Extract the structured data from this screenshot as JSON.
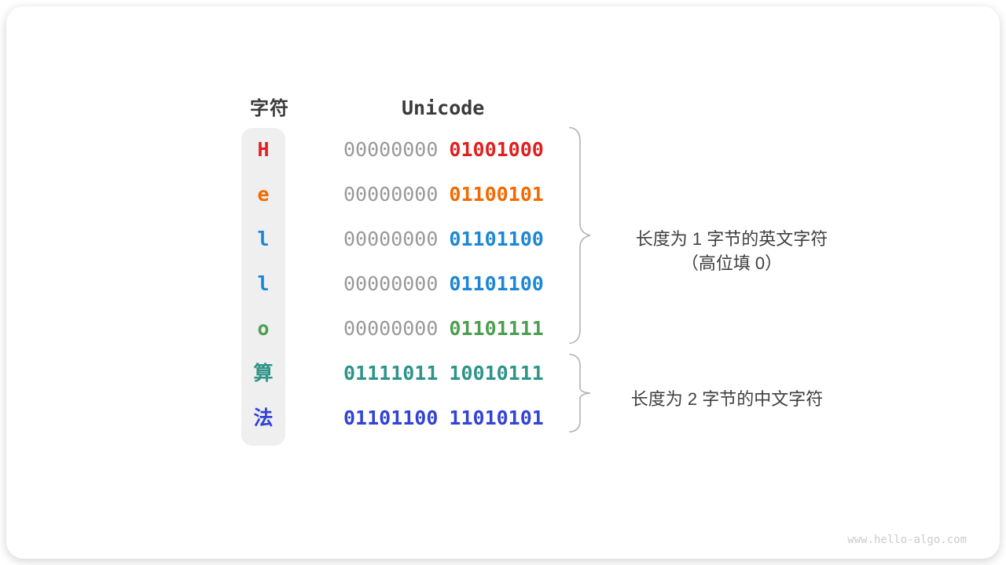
{
  "table": {
    "headers": {
      "char": "字符",
      "unicode": "Unicode"
    },
    "rows": [
      {
        "char": "H",
        "color": "#e02020",
        "byte1": "00000000",
        "byte2": "01001000",
        "byte1_is_padding": true
      },
      {
        "char": "e",
        "color": "#f26a00",
        "byte1": "00000000",
        "byte2": "01100101",
        "byte1_is_padding": true
      },
      {
        "char": "l",
        "color": "#1c87d6",
        "byte1": "00000000",
        "byte2": "01101100",
        "byte1_is_padding": true
      },
      {
        "char": "l",
        "color": "#1c87d6",
        "byte1": "00000000",
        "byte2": "01101100",
        "byte1_is_padding": true
      },
      {
        "char": "o",
        "color": "#4d9e51",
        "byte1": "00000000",
        "byte2": "01101111",
        "byte1_is_padding": true
      },
      {
        "char": "算",
        "color": "#2e9488",
        "byte1": "01111011",
        "byte2": "10010111",
        "byte1_is_padding": false
      },
      {
        "char": "法",
        "color": "#3343d4",
        "byte1": "01101100",
        "byte2": "11010101",
        "byte1_is_padding": false
      }
    ]
  },
  "annotations": {
    "english_group": {
      "line1": "长度为 1 字节的英文字符",
      "line2": "（高位填 0）"
    },
    "chinese_group": {
      "line1": "长度为 2 字节的中文字符"
    }
  },
  "colors": {
    "padding_zero_gray": "#999999",
    "heading_text": "#3b3b3b",
    "annotation_text": "#3f3f3f",
    "char_strip_bg": "#efefef",
    "brace_stroke": "#b3b3b3",
    "watermark_gray": "#cbcbcb"
  },
  "watermark": "www.hello-algo.com"
}
